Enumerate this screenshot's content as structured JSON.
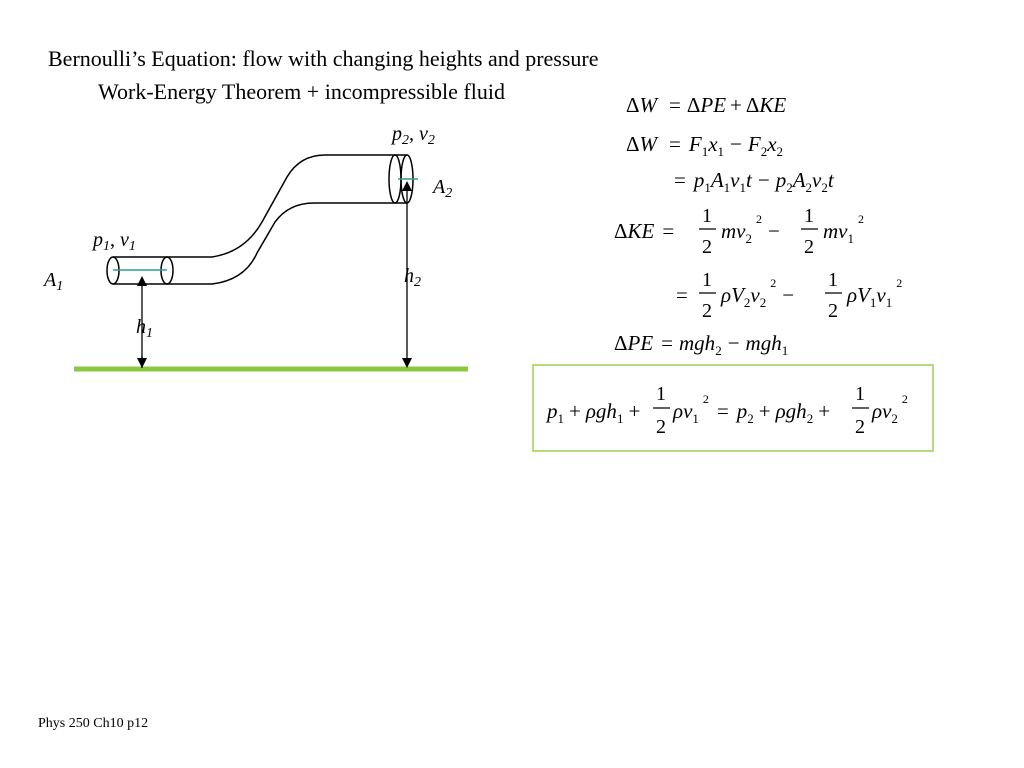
{
  "slide": {
    "title": "Bernoulli’s Equation: flow with changing heights and pressure",
    "subtitle": "Work-Energy Theorem + incompressible fluid",
    "footer": "Phys 250 Ch10 p12"
  },
  "diagram": {
    "p2v2_label": {
      "p": "p",
      "p_sub": "2",
      "sep": ", ",
      "v": "v",
      "v_sub": "2"
    },
    "p1v1_label": {
      "p": "p",
      "p_sub": "1",
      "sep": ", ",
      "v": "v",
      "v_sub": "1"
    },
    "a2_label": {
      "main": "A",
      "sub": "2"
    },
    "a1_label": {
      "main": "A",
      "sub": "1"
    },
    "h2_label": {
      "main": "h",
      "sub": "2"
    },
    "h1_label": {
      "main": "h",
      "sub": "1"
    },
    "colors": {
      "ground": "#8dc63f",
      "cross_section": "#2a9d8f",
      "pipe": "#000000"
    }
  },
  "equations": {
    "frame_color": "#9bd24a",
    "lines": [
      "ΔW = ΔPE + ΔKE",
      "ΔW = F1x1 − F2x2",
      "= p1A1v1t − p2A2v2t",
      "ΔKE = (1/2)mv2^2 − (1/2)mv1^2",
      "= (1/2)ρV2v2^2 − (1/2)ρV1v1^2",
      "ΔPE = mgh2 − mgh1"
    ],
    "boxed": "p1 + ρgh1 + (1/2)ρv1^2 = p2 + ρgh2 + (1/2)ρv2^2",
    "fraction": {
      "num": "1",
      "den": "2"
    }
  }
}
